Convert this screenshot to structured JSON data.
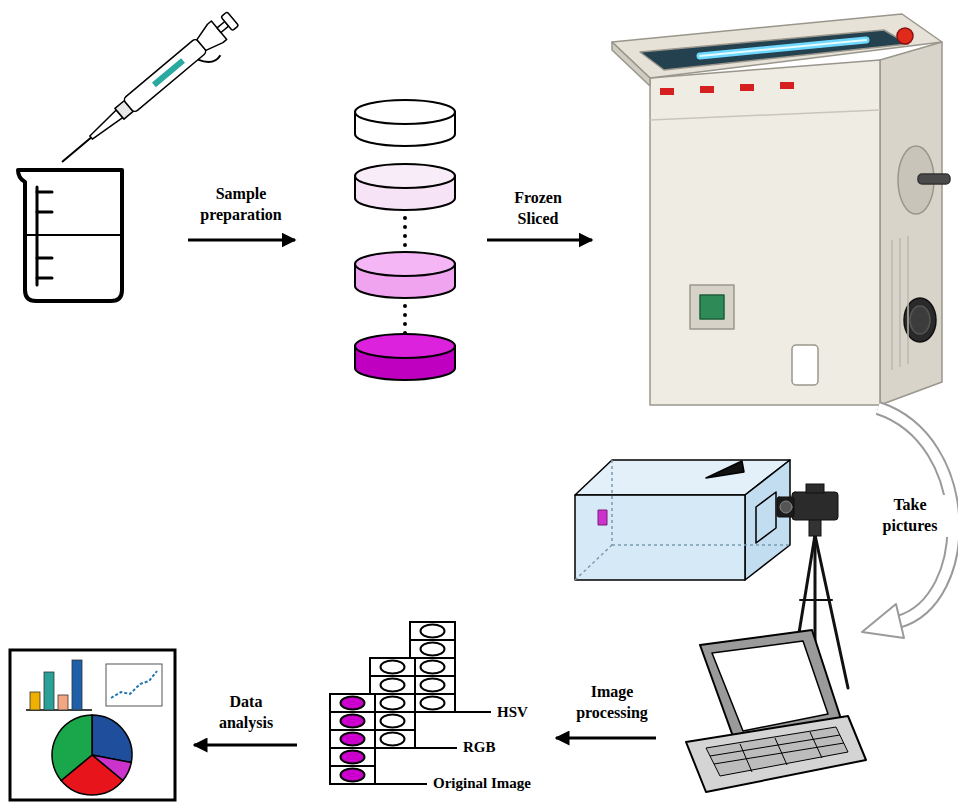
{
  "diagram": {
    "labels": [
      "Sample preparation",
      "Frozen Sliced",
      "Take pictures",
      "Image processing",
      "Data analysis",
      "HSV",
      "RGB",
      "Original Image"
    ]
  }
}
